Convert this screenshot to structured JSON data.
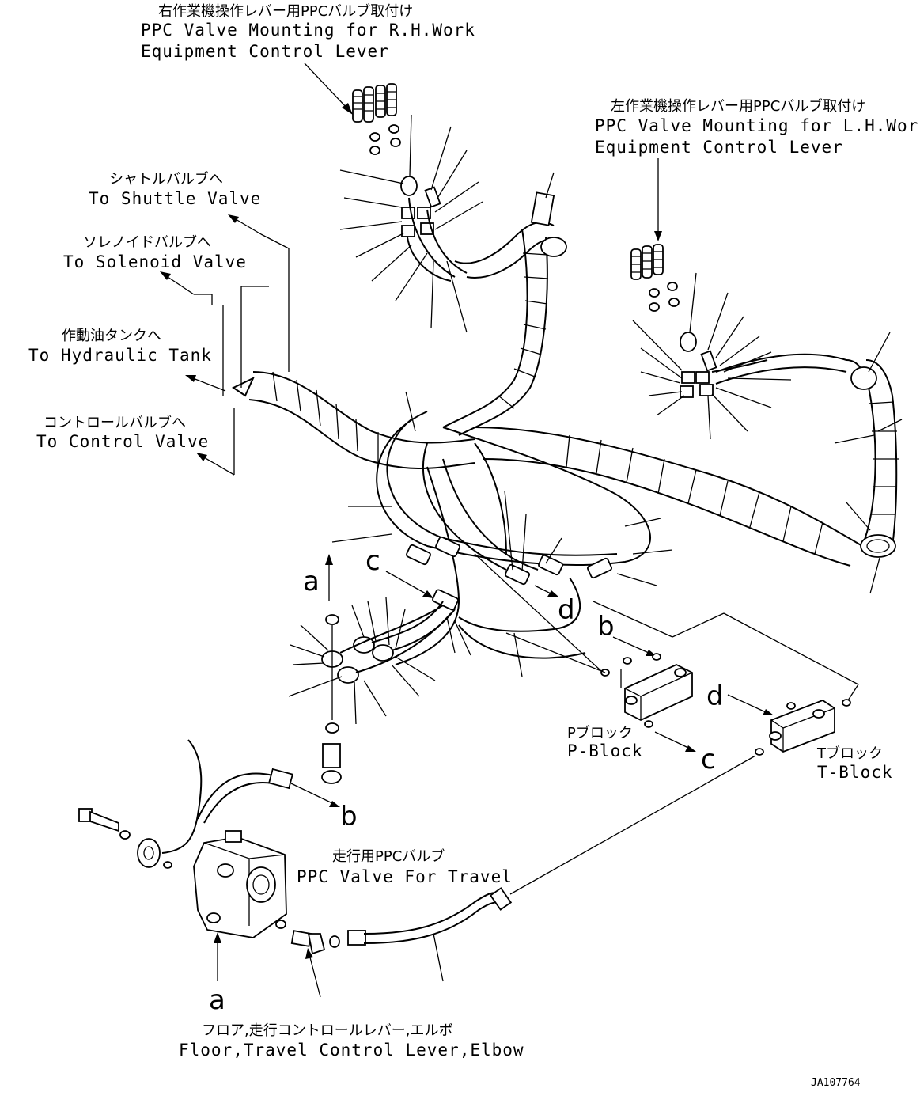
{
  "labels": {
    "rh_ppc": {
      "jp": "右作業機操作レバー用PPCバルブ取付け",
      "en1": "PPC Valve Mounting for R.H.Work",
      "en2": "Equipment Control Lever"
    },
    "lh_ppc": {
      "jp": "左作業機操作レバー用PPCバルブ取付け",
      "en1": "PPC Valve Mounting for L.H.Work",
      "en2": "Equipment Control Lever"
    },
    "shuttle": {
      "jp": "シャトルバルブへ",
      "en": "To Shuttle Valve"
    },
    "solenoid": {
      "jp": "ソレノイドバルブへ",
      "en": "To Solenoid Valve"
    },
    "hydraulic_tank": {
      "jp": "作動油タンクへ",
      "en": "To Hydraulic Tank"
    },
    "control_valve": {
      "jp": "コントロールバルブへ",
      "en": "To Control Valve"
    },
    "p_block": {
      "jp": "Pブロック",
      "en": "P-Block"
    },
    "t_block": {
      "jp": "Tブロック",
      "en": "T-Block"
    },
    "travel_ppc": {
      "jp": "走行用PPCバルブ",
      "en": "PPC Valve For Travel"
    },
    "floor": {
      "jp": "フロア,走行コントロールレバー,エルボ",
      "en": "Floor,Travel Control Lever,Elbow"
    }
  },
  "markers": {
    "a_top": "a",
    "c_left": "c",
    "d_mid": "d",
    "b_mid": "b",
    "d_right": "d",
    "c_right": "c",
    "b_bottom": "b",
    "a_bottom": "a"
  },
  "drawing_code": "JA107764"
}
